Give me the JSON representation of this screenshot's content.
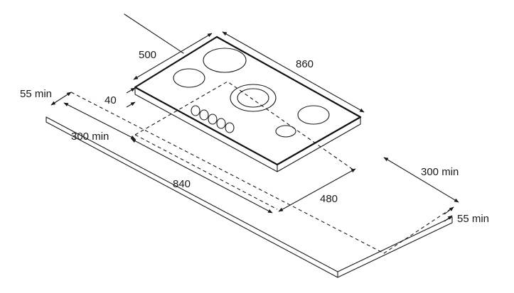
{
  "labels": {
    "hob_depth": "500",
    "hob_width": "860",
    "hob_thickness": "40",
    "rear_clearance": "55 min",
    "left_clearance": "300 min",
    "cutout_width": "840",
    "cutout_depth": "480",
    "right_clearance": "300 min",
    "front_clearance": "55 min"
  },
  "colors": {
    "line": "#1a1a1a",
    "background": "#ffffff"
  }
}
